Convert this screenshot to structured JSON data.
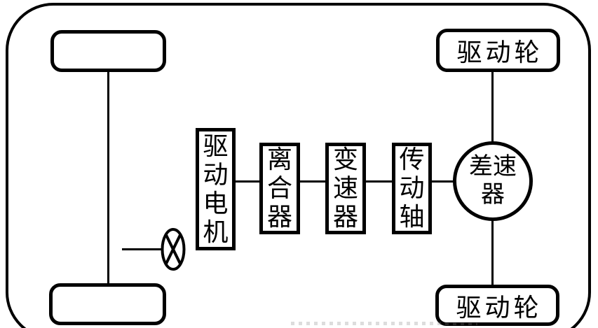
{
  "colors": {
    "ink": "#000000",
    "background": "#ffffff"
  },
  "blocks": {
    "drive_motor": {
      "label": "驱动电机"
    },
    "clutch": {
      "label": "离合器"
    },
    "transmission": {
      "label": "变速器"
    },
    "drive_shaft": {
      "label": "传动轴"
    },
    "differential": {
      "label": "差速器"
    },
    "drive_wheel_top": {
      "label": "驱动轮"
    },
    "drive_wheel_bottom": {
      "label": "驱动轮"
    }
  }
}
